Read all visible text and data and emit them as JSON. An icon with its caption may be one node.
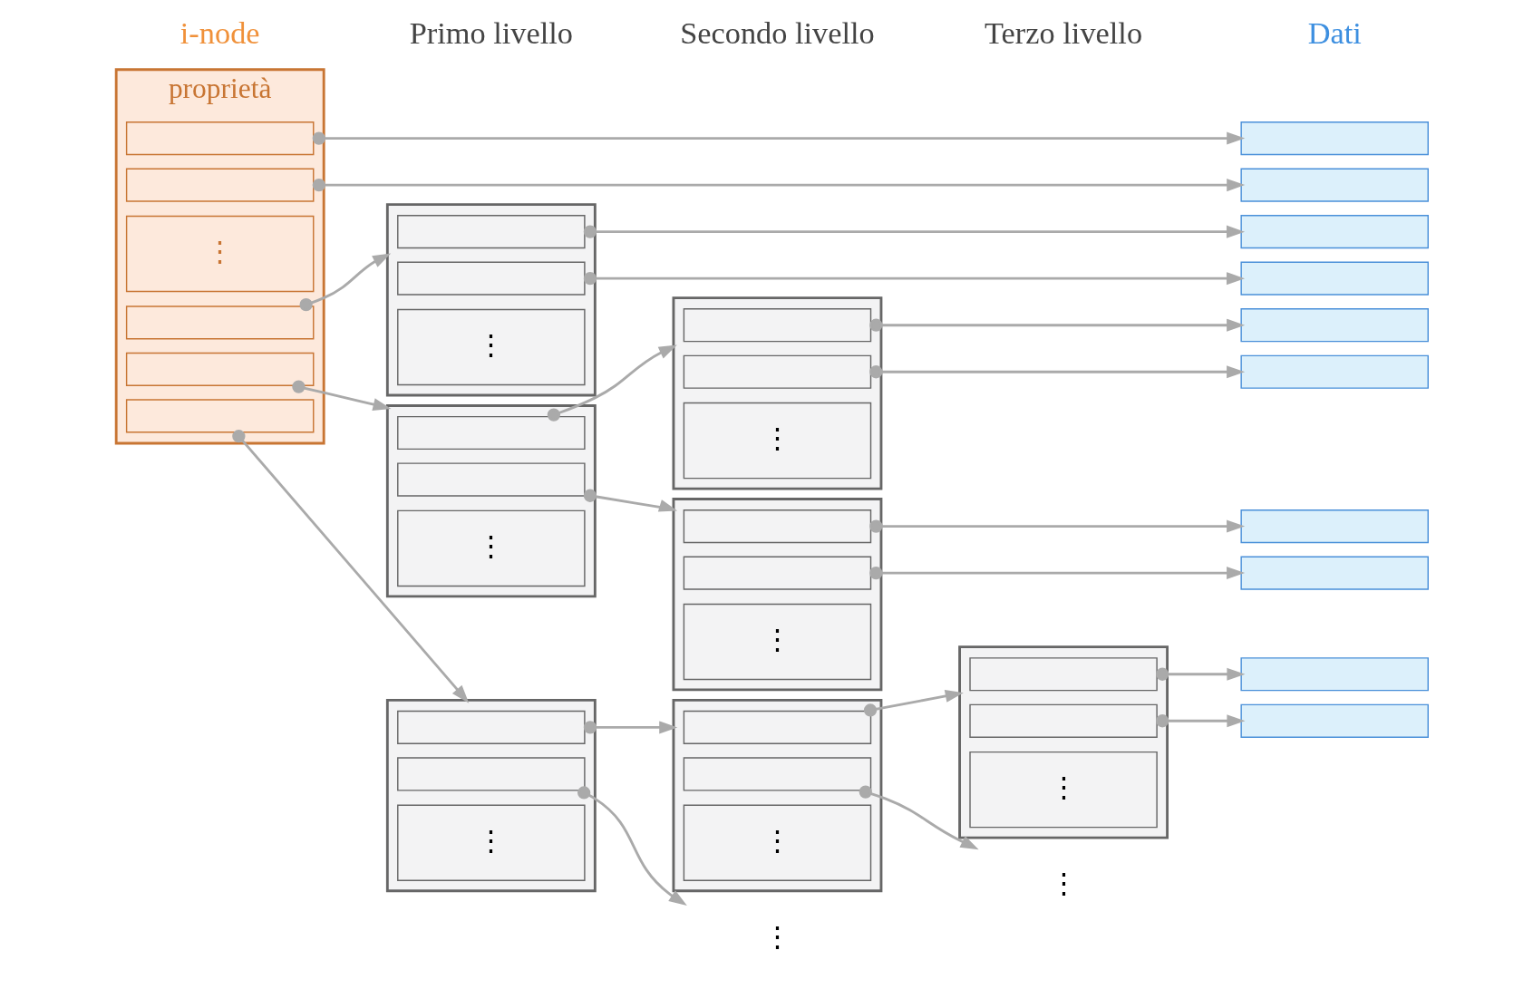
{
  "diagram": {
    "nodes": [
      {
        "text": [
          "proprietà"
        ]
      },
      {
        "text": [],
        "shape": "box",
        "in": 0
      },
      {
        "text": [],
        "shape": "box",
        "in": 0
      },
      {
        "text": [
          "⋮"
        ],
        "in": 0
      },
      {
        "text": [],
        "shape": "box",
        "in": 0
      },
      {
        "text": [],
        "shape": "box",
        "in": 0
      },
      {
        "text": [],
        "shape": "box",
        "in": 0
      },
      {
        "text": [],
        "shape": "box"
      },
      {
        "text": [],
        "shape": "box",
        "in": 7
      },
      {
        "text": [],
        "shape": "box",
        "in": 7
      },
      {
        "text": [
          "⋮"
        ],
        "in": 7
      },
      {
        "text": [],
        "shape": "box"
      },
      {
        "text": [],
        "shape": "box",
        "in": 11
      },
      {
        "text": [],
        "shape": "box",
        "in": 11
      },
      {
        "text": [
          "⋮"
        ],
        "in": 11
      },
      {
        "text": [],
        "shape": "box"
      },
      {
        "text": [],
        "shape": "box",
        "in": 15
      },
      {
        "text": [],
        "shape": "box",
        "in": 15
      },
      {
        "text": [
          "⋮"
        ],
        "in": 15
      },
      {
        "text": [],
        "shape": "box"
      },
      {
        "text": [],
        "shape": "box",
        "in": 19
      },
      {
        "text": [],
        "shape": "box",
        "in": 19
      },
      {
        "text": [
          "⋮"
        ],
        "in": 19
      },
      {
        "text": [],
        "shape": "box"
      },
      {
        "text": [],
        "shape": "box",
        "in": 23
      },
      {
        "text": [],
        "shape": "box",
        "in": 23
      },
      {
        "text": [
          "⋮"
        ],
        "in": 23
      },
      {
        "text": [],
        "shape": "box"
      },
      {
        "text": [],
        "shape": "box",
        "in": 27
      },
      {
        "text": [],
        "shape": "box",
        "in": 27
      },
      {
        "text": [
          "⋮"
        ],
        "in": 27
      },
      {
        "text": [],
        "shape": "box"
      },
      {
        "text": [],
        "shape": "box",
        "in": 31
      },
      {
        "text": [],
        "shape": "box",
        "in": 31
      },
      {
        "text": [
          "⋮"
        ],
        "in": 31
      },
      {
        "text": [],
        "shape": "box"
      },
      {
        "text": [],
        "shape": "box"
      },
      {
        "text": [],
        "shape": "box"
      },
      {
        "text": [],
        "shape": "box"
      },
      {
        "text": [],
        "shape": "box"
      },
      {
        "text": [],
        "shape": "box"
      },
      {
        "text": [],
        "shape": "box"
      },
      {
        "text": [],
        "shape": "box"
      },
      {
        "text": [],
        "shape": "box"
      },
      {
        "text": [],
        "shape": "box"
      },
      {
        "text": [
          "⋮"
        ]
      },
      {
        "text": [
          "⋮"
        ]
      }
    ],
    "edges": [
      {
        "from": 1,
        "to": 35,
        "arrow": "to"
      },
      {
        "from": 2,
        "to": 36,
        "arrow": "to"
      },
      {
        "from": 4,
        "to": 7,
        "arrow": "to"
      },
      {
        "from": 5,
        "to": 11,
        "arrow": "to"
      },
      {
        "from": 6,
        "to": 15,
        "arrow": "to"
      },
      {
        "from": 8,
        "to": 37,
        "arrow": "to"
      },
      {
        "from": 9,
        "to": 38,
        "arrow": "to"
      },
      {
        "from": 12,
        "to": 19,
        "arrow": "to"
      },
      {
        "from": 13,
        "to": 23,
        "arrow": "to"
      },
      {
        "from": 16,
        "to": 27,
        "arrow": "to"
      },
      {
        "from": 17,
        "to": 45,
        "arrow": "to"
      },
      {
        "from": 20,
        "to": 39,
        "arrow": "to"
      },
      {
        "from": 21,
        "to": 40,
        "arrow": "to"
      },
      {
        "from": 24,
        "to": 41,
        "arrow": "to"
      },
      {
        "from": 25,
        "to": 42,
        "arrow": "to"
      },
      {
        "from": 28,
        "to": 31,
        "arrow": "to"
      },
      {
        "from": 29,
        "to": 46,
        "arrow": "to"
      },
      {
        "from": 32,
        "to": 43,
        "arrow": "to"
      },
      {
        "from": 33,
        "to": 44,
        "arrow": "to"
      }
    ],
    "labels": [
      "i-node",
      "Primo livello",
      "Secondo livello",
      "Terzo livello",
      "Dati"
    ]
  }
}
